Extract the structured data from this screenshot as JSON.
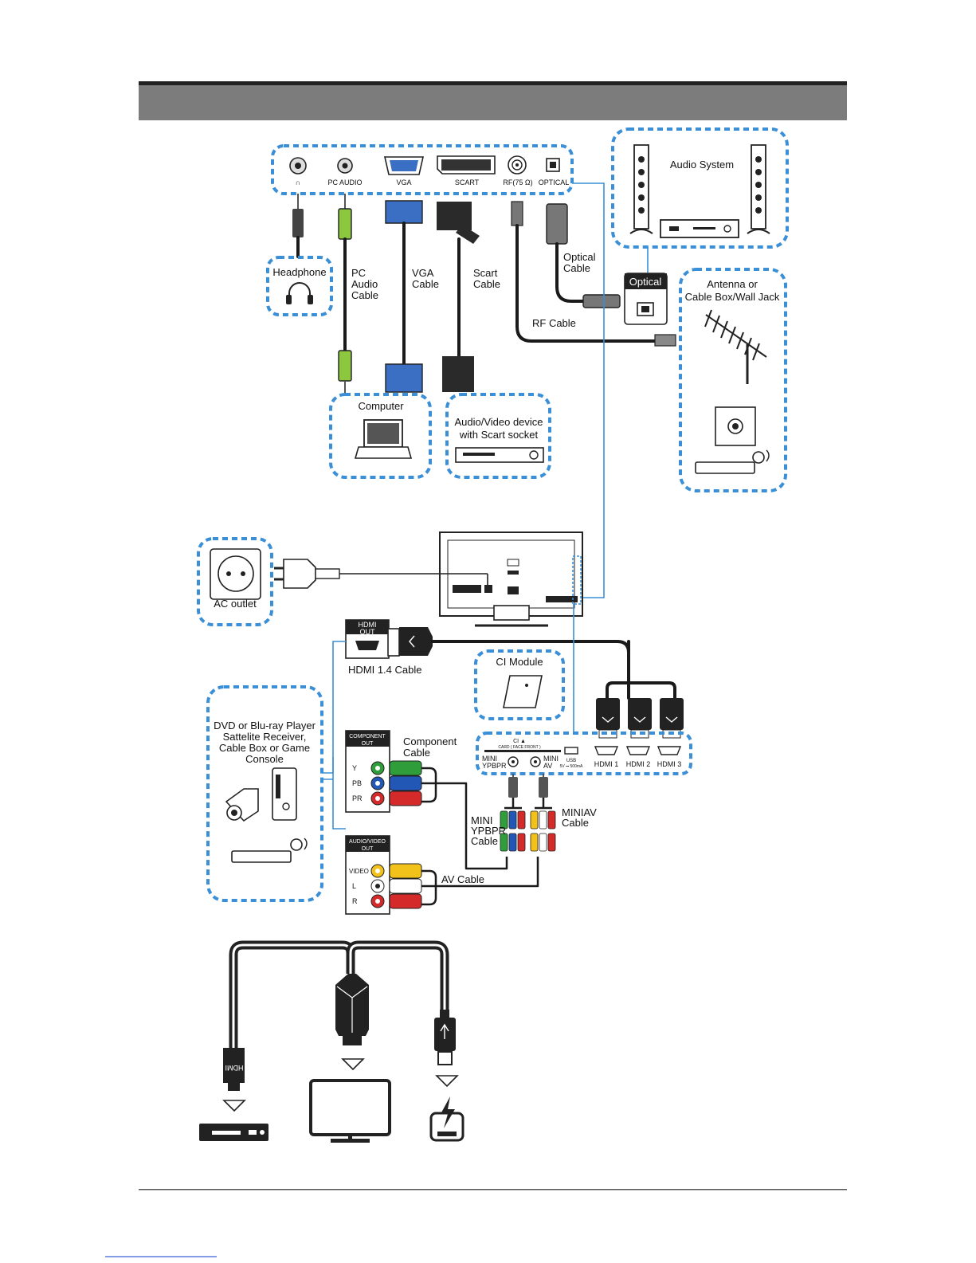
{
  "ports": {
    "headphone": "∩",
    "pc_audio": "PC AUDIO",
    "vga": "VGA",
    "scart": "SCART",
    "rf": "RF(75 Ω)",
    "optical": "OPTICAL"
  },
  "devices": {
    "audio_system": "Audio System",
    "optical": "Optical",
    "antenna": [
      "Antenna or",
      "Cable Box/Wall Jack"
    ],
    "headphone": "Headphone",
    "computer": "Computer",
    "av_device": [
      "Audio/Video device",
      "with Scart socket"
    ],
    "ac_outlet": "AC outlet",
    "ci_module": "CI Module",
    "dvd": [
      "DVD or Blu-ray Player",
      "Sattelite Receiver,",
      "Cable Box or Game",
      "Console"
    ]
  },
  "cables": {
    "pc_audio": [
      "PC",
      "Audio",
      "Cable"
    ],
    "vga": [
      "VGA",
      "Cable"
    ],
    "scart": [
      "Scart",
      "Cable"
    ],
    "optical": [
      "Optical",
      "Cable"
    ],
    "rf": "RF Cable",
    "hdmi": "HDMI 1.4 Cable",
    "component": [
      "Component",
      "Cable"
    ],
    "mini_ypbpr": [
      "MINI",
      "YPBPR",
      "Cable"
    ],
    "miniav": [
      "MINIAV",
      "Cable"
    ],
    "av": "AV Cable"
  },
  "hdmi_out": [
    "HDMI",
    "OUT"
  ],
  "component_out": {
    "title": [
      "COMPONENT",
      "OUT"
    ],
    "y": "Y",
    "pb": "PB",
    "pr": "PR"
  },
  "av_out": {
    "title": [
      "AUDIO/VIDEO",
      "OUT"
    ],
    "video": "VIDEO",
    "l": "L",
    "r": "R"
  },
  "side_panel": {
    "ci_label": "CI ▲",
    "ci_sub": "CARD ( FACE FRONT )",
    "mini_ypbpr": [
      "MINI",
      "YPBPR"
    ],
    "mini_av": [
      "MINI",
      "AV"
    ],
    "usb": "USB",
    "usb_rating": "5V ⎓ 500mA",
    "hdmi1": "HDMI 1",
    "hdmi2": "HDMI 2",
    "hdmi3": "HDMI 3"
  },
  "hdmi_plug_text": "HDMI",
  "colors": {
    "header_bar": "#7c7c7c",
    "dash_border": "#3a8fd6",
    "green": "#2f9e3a",
    "blue": "#2357b5",
    "red": "#d42a2a",
    "yellow": "#f2c21b",
    "vga_blue": "#3b6fc4",
    "pc_audio_green": "#8dc63f"
  }
}
